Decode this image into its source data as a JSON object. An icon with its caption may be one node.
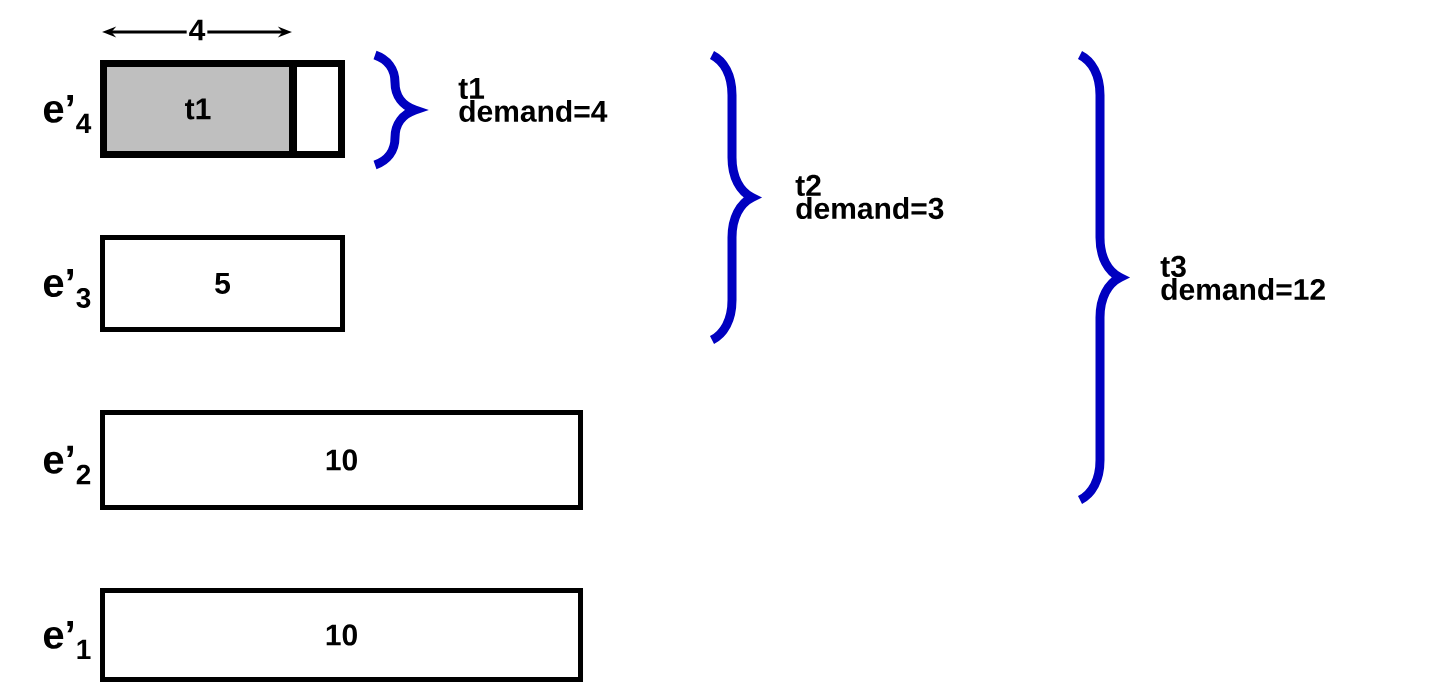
{
  "diagram": {
    "nodes": [
      {
        "text": [],
        "shape": "box",
        "beside": [
          "e’$_{4}$"
        ]
      },
      {
        "text": [
          "t1"
        ],
        "in": 0
      },
      {
        "text": [],
        "shape": "box",
        "in": 0
      },
      {
        "text": [
          "5"
        ],
        "beside": [
          "e’$_{3}$"
        ]
      },
      {
        "text": [
          "10"
        ],
        "beside": [
          "e’$_{2}$"
        ]
      },
      {
        "text": [
          "10"
        ],
        "beside": [
          "e’$_{1}$"
        ]
      }
    ],
    "labels": [
      "4",
      "t1 demand=4",
      "t2 demand=3",
      "t3 demand=12"
    ]
  }
}
